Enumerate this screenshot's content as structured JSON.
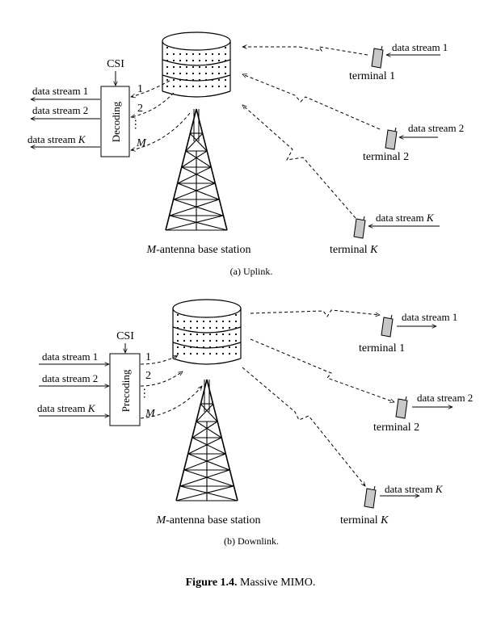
{
  "uplink": {
    "caption": "(a)  Uplink.",
    "csi_label": "CSI",
    "block_label": "Decoding",
    "inputs": [
      "data stream 1",
      "data stream 2",
      "data stream "
    ],
    "k_symbol": "K",
    "antenna_indices": [
      "1",
      "2",
      "M"
    ],
    "dots": "...",
    "station_label_italic": "M",
    "station_label_rest": "-antenna base station",
    "terminals": [
      {
        "stream": "data stream 1",
        "stream_italic": "",
        "name": "terminal 1",
        "name_italic": ""
      },
      {
        "stream": "data stream 2",
        "stream_italic": "",
        "name": "terminal 2",
        "name_italic": ""
      },
      {
        "stream": "data stream ",
        "stream_italic": "K",
        "name": "terminal ",
        "name_italic": "K"
      }
    ]
  },
  "downlink": {
    "caption": "(b)  Downlink.",
    "csi_label": "CSI",
    "block_label": "Precoding",
    "inputs": [
      "data stream 1",
      "data stream 2",
      "data stream "
    ],
    "k_symbol": "K",
    "antenna_indices": [
      "1",
      "2",
      "M"
    ],
    "dots": "...",
    "station_label_italic": "M",
    "station_label_rest": "-antenna base station",
    "terminals": [
      {
        "stream": "data stream 1",
        "stream_italic": "",
        "name": "terminal 1",
        "name_italic": ""
      },
      {
        "stream": "data stream 2",
        "stream_italic": "",
        "name": "terminal 2",
        "name_italic": ""
      },
      {
        "stream": "data stream ",
        "stream_italic": "K",
        "name": "terminal ",
        "name_italic": "K"
      }
    ]
  },
  "figure_caption_bold": "Figure 1.4.",
  "figure_caption_rest": " Massive MIMO."
}
